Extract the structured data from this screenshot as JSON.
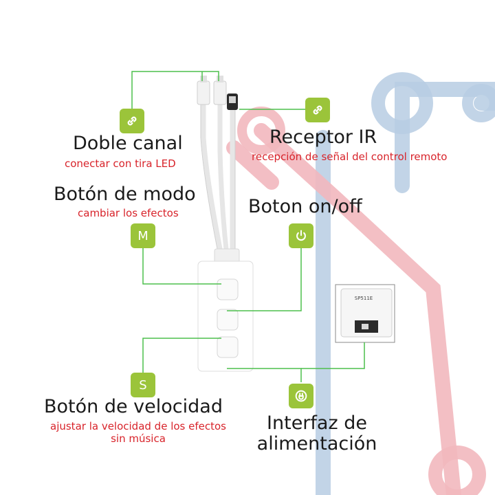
{
  "colors": {
    "accent_green": "#9bc43a",
    "line_green": "#4cbf4c",
    "subtitle_red": "#d8232a",
    "deco_red": "#f2b8be",
    "deco_blue": "#b7cde3"
  },
  "labels": {
    "dual_channel": {
      "title": "Doble canal",
      "subtitle": "conectar con tira LED",
      "icon": "link-icon"
    },
    "ir_receiver": {
      "title": "Receptor IR",
      "subtitle": "recepción de señal del control remoto",
      "icon": "link-icon"
    },
    "mode_button": {
      "title": "Botón de modo",
      "subtitle": "cambiar los efectos",
      "badge": "M"
    },
    "power_button": {
      "title": "Boton on/off",
      "icon": "power-icon"
    },
    "speed_button": {
      "title": "Botón de velocidad",
      "subtitle_line1": "ajustar la velocidad de los efectos",
      "subtitle_line2": "sin música",
      "badge": "S"
    },
    "power_interface": {
      "title_line1": "Interfaz de",
      "title_line2": "alimentación",
      "icon": "plug-icon"
    }
  },
  "device": {
    "inset_text": "SP511E"
  }
}
